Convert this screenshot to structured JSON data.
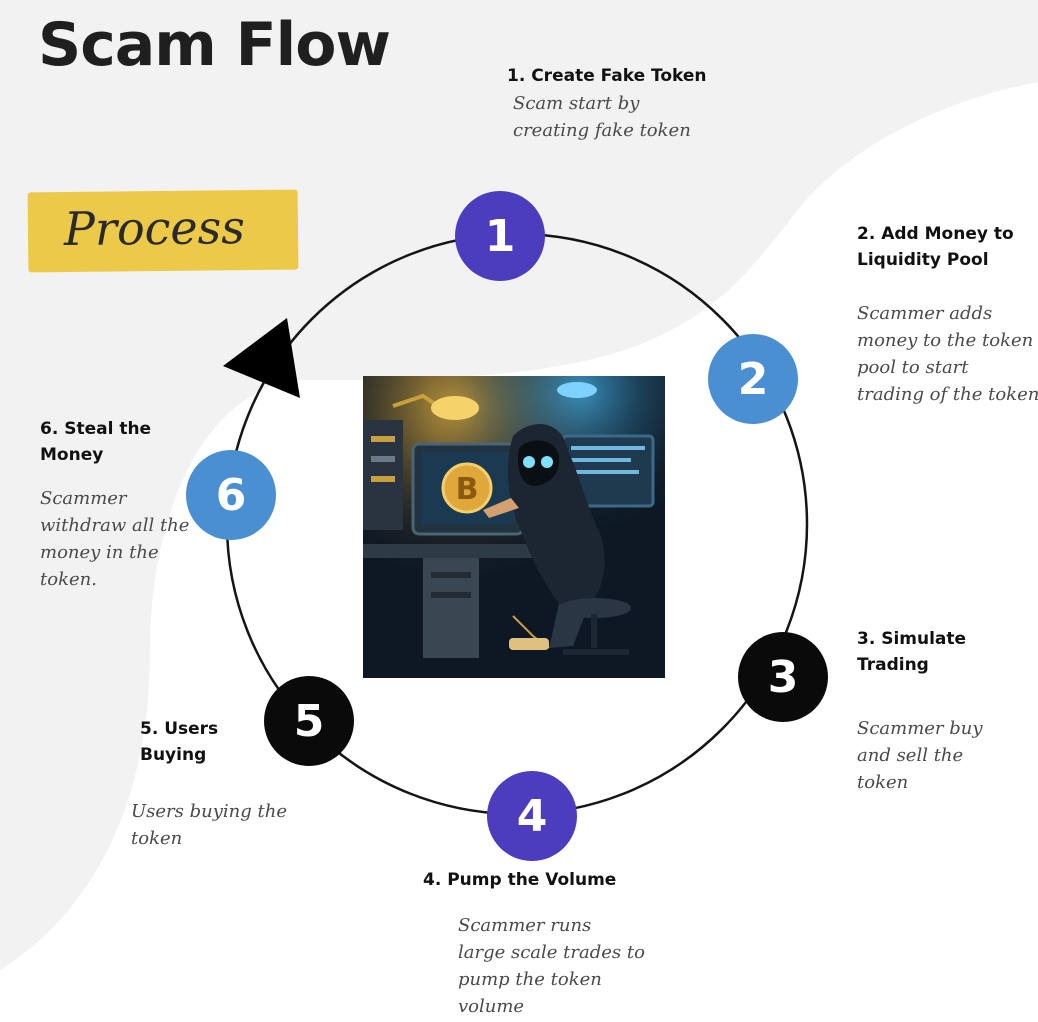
{
  "title": "Scam Flow",
  "badge": "Process",
  "colors": {
    "purple": "#4b3dbd",
    "blue": "#4a8fd1",
    "black": "#0a0a0a",
    "badge": "#ecc948",
    "background_shape": "#f2f2f2"
  },
  "illustration": {
    "icon": "hooded-hacker-bitcoin-computer-illustration"
  },
  "steps": [
    {
      "number": "1",
      "title": "1. Create Fake Token",
      "title_lines": [
        "1. Create Fake Token"
      ],
      "description_lines": [
        "Scam start by",
        "creating fake token"
      ],
      "color": "#4b3dbd"
    },
    {
      "number": "2",
      "title": "2. Add Money to Liquidity Pool",
      "title_lines": [
        "2. Add Money to",
        "Liquidity Pool"
      ],
      "description_lines": [
        "Scammer adds",
        "money to the token",
        "pool  to start",
        "trading of the token"
      ],
      "color": "#4a8fd1"
    },
    {
      "number": "3",
      "title": "3. Simulate Trading",
      "title_lines": [
        "3. Simulate",
        "Trading"
      ],
      "description_lines": [
        "Scammer buy",
        "and sell the",
        "token"
      ],
      "color": "#0a0a0a"
    },
    {
      "number": "4",
      "title": "4. Pump the Volume",
      "title_lines": [
        "4. Pump the Volume"
      ],
      "description_lines": [
        "Scammer runs",
        "large scale trades to",
        "pump the token",
        "volume"
      ],
      "color": "#4b3dbd"
    },
    {
      "number": "5",
      "title": "5. Users Buying",
      "title_lines": [
        "5. Users",
        "Buying"
      ],
      "description_lines": [
        "Users buying the",
        "token"
      ],
      "color": "#0a0a0a"
    },
    {
      "number": "6",
      "title": "6. Steal the Money",
      "title_lines": [
        "6. Steal the",
        "Money"
      ],
      "description_lines": [
        "Scammer",
        "withdraw all the",
        "money in the",
        "token."
      ],
      "color": "#4a8fd1"
    }
  ]
}
